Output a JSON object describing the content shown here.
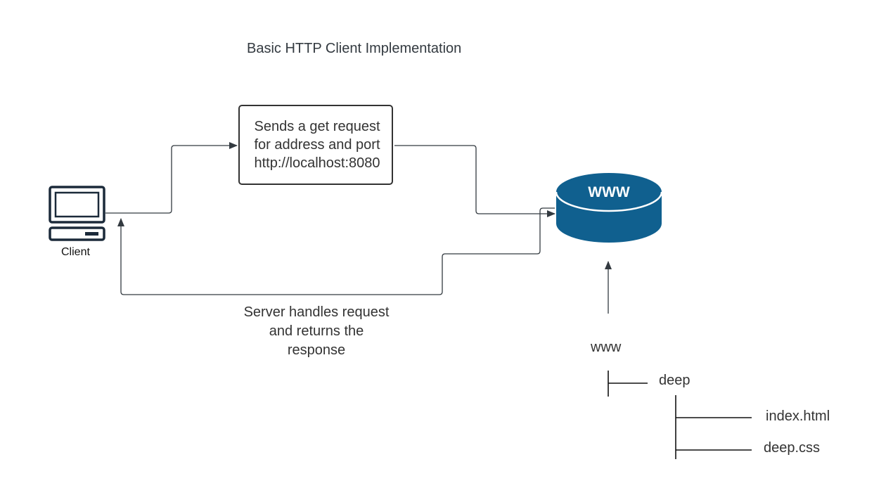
{
  "title": "Basic HTTP Client Implementation",
  "client": {
    "label": "Client",
    "icon": "desktop-computer-icon"
  },
  "request_box": {
    "lines": [
      "Sends a get request",
      "for address and port",
      "http://localhost:8080"
    ]
  },
  "response_note": {
    "lines": [
      "Server handles request",
      "and returns the",
      "response"
    ]
  },
  "server": {
    "label": "WWW",
    "icon": "database-cylinder-icon",
    "color": "#10608f"
  },
  "file_tree": {
    "root": "www",
    "folder": "deep",
    "files": [
      "index.html",
      "deep.css"
    ]
  },
  "colors": {
    "line": "#333a40",
    "text": "#333333"
  }
}
